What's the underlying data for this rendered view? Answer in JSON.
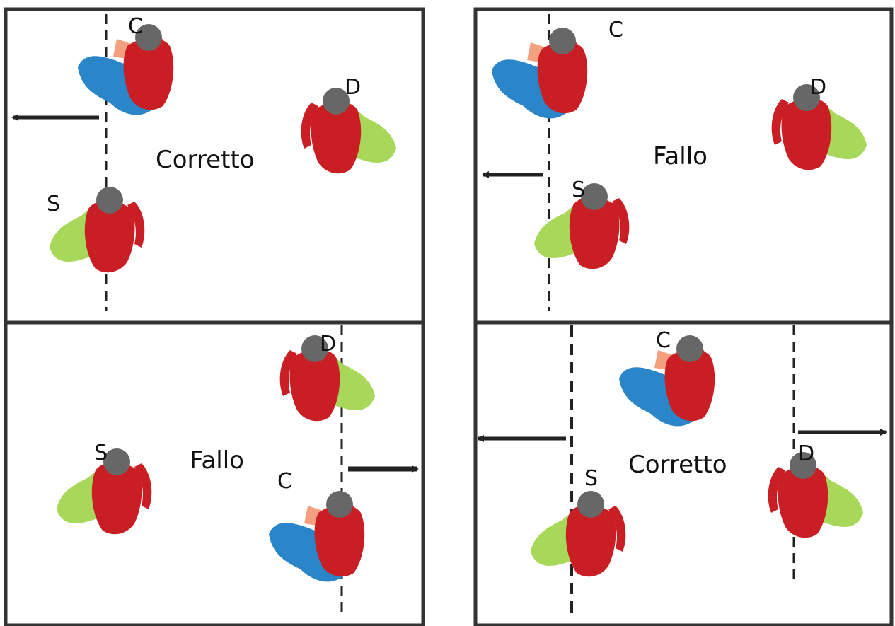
{
  "colors": {
    "frame": "#333333",
    "shirt": "#c81e24",
    "head": "#676767",
    "arm": "#f4a07e",
    "legs_c": "#2a86c8",
    "legs_sd": "#a7d85a",
    "arrow": "#222222"
  },
  "panels": [
    {
      "caption": "Corretto",
      "players": [
        {
          "label": "C",
          "legs": "blue"
        },
        {
          "label": "D",
          "legs": "green"
        },
        {
          "label": "S",
          "legs": "green"
        }
      ]
    },
    {
      "caption": "Fallo",
      "players": [
        {
          "label": "C",
          "legs": "blue"
        },
        {
          "label": "D",
          "legs": "green"
        },
        {
          "label": "S",
          "legs": "green"
        }
      ]
    },
    {
      "caption": "Fallo",
      "players": [
        {
          "label": "D",
          "legs": "green"
        },
        {
          "label": "S",
          "legs": "green"
        },
        {
          "label": "C",
          "legs": "blue"
        }
      ]
    },
    {
      "caption": "Corretto",
      "players": [
        {
          "label": "C",
          "legs": "blue"
        },
        {
          "label": "D",
          "legs": "green"
        },
        {
          "label": "S",
          "legs": "green"
        }
      ]
    }
  ]
}
